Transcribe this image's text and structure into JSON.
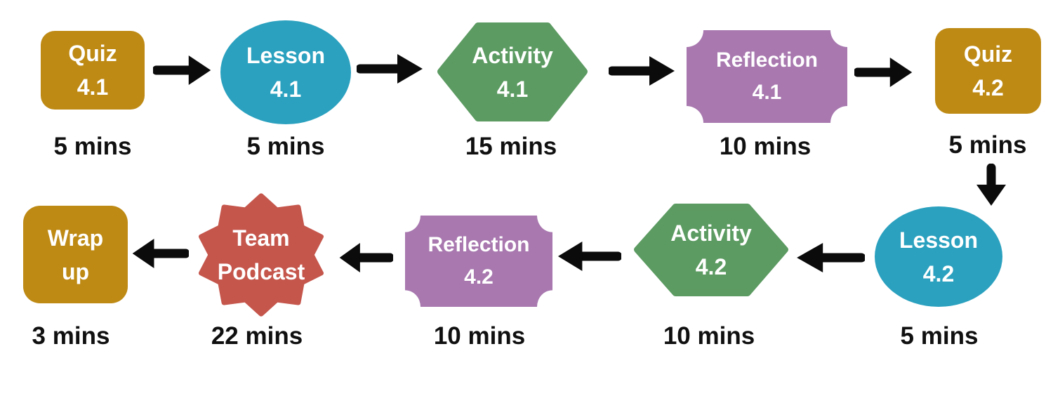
{
  "flowchart": {
    "title_hint": "lesson flow diagram",
    "colors": {
      "quiz": "#BE8A14",
      "lesson": "#2BA1BF",
      "activity": "#5C9B62",
      "reflection": "#A878AF",
      "podcast": "#C5564C",
      "wrapup": "#BE8A14",
      "arrow": "#0b0b0b",
      "time_text": "#101010",
      "shape_text": "#ffffff",
      "background": "#ffffff"
    },
    "nodes": [
      {
        "id": "quiz-4-1",
        "shape": "rounded-rectangle",
        "line1": "Quiz",
        "line2": "4.1",
        "time": "5 mins"
      },
      {
        "id": "lesson-4-1",
        "shape": "ellipse",
        "line1": "Lesson",
        "line2": "4.1",
        "time": "5 mins"
      },
      {
        "id": "activity-4-1",
        "shape": "hexagon",
        "line1": "Activity",
        "line2": "4.1",
        "time": "15 mins"
      },
      {
        "id": "reflection-4-1",
        "shape": "ticket-plaque",
        "line1": "Reflection",
        "line2": "4.1",
        "time": "10 mins"
      },
      {
        "id": "quiz-4-2",
        "shape": "rounded-rectangle",
        "line1": "Quiz",
        "line2": "4.2",
        "time": "5 mins"
      },
      {
        "id": "lesson-4-2",
        "shape": "ellipse",
        "line1": "Lesson",
        "line2": "4.2",
        "time": "5 mins"
      },
      {
        "id": "activity-4-2",
        "shape": "hexagon",
        "line1": "Activity",
        "line2": "4.2",
        "time": "10 mins"
      },
      {
        "id": "reflection-4-2",
        "shape": "ticket-plaque",
        "line1": "Reflection",
        "line2": "4.2",
        "time": "10 mins"
      },
      {
        "id": "team-podcast",
        "shape": "star-badge",
        "line1": "Team",
        "line2": "Podcast",
        "time": "22 mins"
      },
      {
        "id": "wrap-up",
        "shape": "rounded-rectangle",
        "line1": "Wrap",
        "line2": "up",
        "time": "3 mins"
      }
    ],
    "connections": [
      {
        "from": "quiz-4-1",
        "to": "lesson-4-1",
        "direction": "right"
      },
      {
        "from": "lesson-4-1",
        "to": "activity-4-1",
        "direction": "right"
      },
      {
        "from": "activity-4-1",
        "to": "reflection-4-1",
        "direction": "right"
      },
      {
        "from": "reflection-4-1",
        "to": "quiz-4-2",
        "direction": "right"
      },
      {
        "from": "quiz-4-2",
        "to": "lesson-4-2",
        "direction": "down"
      },
      {
        "from": "lesson-4-2",
        "to": "activity-4-2",
        "direction": "left"
      },
      {
        "from": "activity-4-2",
        "to": "reflection-4-2",
        "direction": "left"
      },
      {
        "from": "reflection-4-2",
        "to": "team-podcast",
        "direction": "left"
      },
      {
        "from": "team-podcast",
        "to": "wrap-up",
        "direction": "left"
      }
    ]
  }
}
